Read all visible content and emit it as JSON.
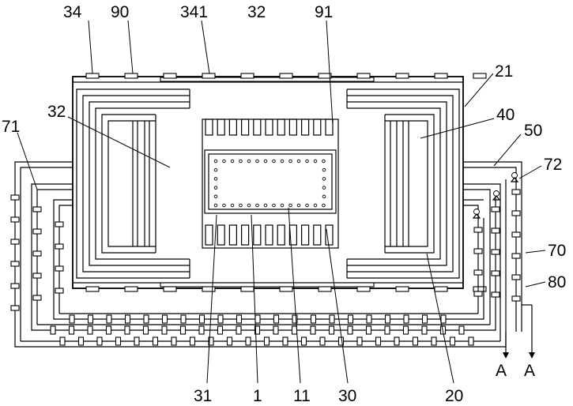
{
  "diagram": {
    "labels": {
      "l34": "34",
      "l90": "90",
      "l341": "341",
      "l32_top": "32",
      "l91": "91",
      "l21": "21",
      "l32_left": "32",
      "l71": "71",
      "l40": "40",
      "l50": "50",
      "l72": "72",
      "l70": "70",
      "l80": "80",
      "l31": "31",
      "l1": "1",
      "l11": "11",
      "l30": "30",
      "l20": "20",
      "lA1": "A",
      "lA2": "A"
    }
  }
}
